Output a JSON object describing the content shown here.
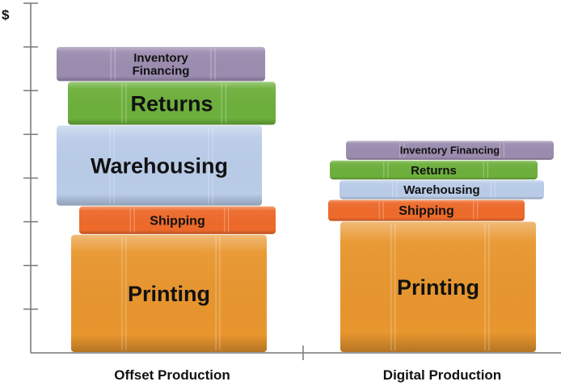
{
  "chart_data": {
    "type": "bar",
    "stacked": true,
    "title": "",
    "ylabel": "$",
    "xlabel": "",
    "ylim": [
      0,
      8
    ],
    "yticks": [
      0,
      1,
      2,
      3,
      4,
      5,
      6,
      7,
      8
    ],
    "ytick_labels_shown": false,
    "grid": false,
    "legend": "none",
    "categories": [
      "Offset Production",
      "Digital Production"
    ],
    "series": [
      {
        "name": "Printing",
        "color": "#E8962E",
        "values": [
          2.7,
          3.0
        ]
      },
      {
        "name": "Shipping",
        "color": "#EE6A2A",
        "values": [
          0.65,
          0.5
        ]
      },
      {
        "name": "Warehousing",
        "color": "#B9CCE8",
        "values": [
          1.85,
          0.45
        ]
      },
      {
        "name": "Returns",
        "color": "#6DB03C",
        "values": [
          1.0,
          0.45
        ]
      },
      {
        "name": "Inventory Financing",
        "color": "#9C8DB0",
        "values": [
          0.8,
          0.45
        ]
      }
    ],
    "annotations": {
      "offset_labels": [
        "Printing",
        "Shipping",
        "Warehousing",
        "Returns",
        "Inventory\nFinancing"
      ],
      "digital_labels": [
        "Printing",
        "Shipping",
        "Warehousing",
        "Returns",
        "Inventory Financing"
      ]
    }
  }
}
